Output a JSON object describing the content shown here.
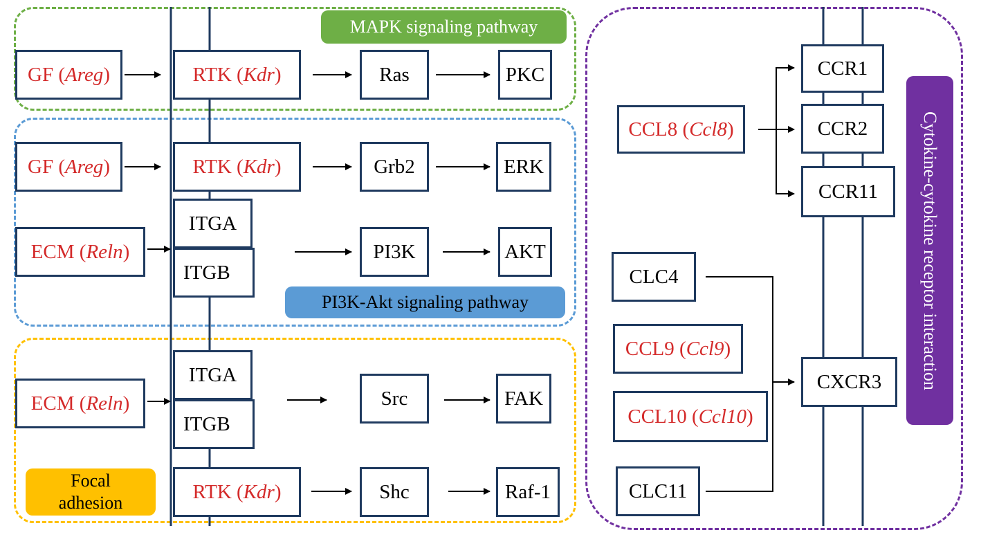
{
  "pathways": {
    "mapk": "MAPK signaling pathway",
    "pi3k": "PI3K-Akt signaling pathway",
    "focal_line1": "Focal",
    "focal_line2": "adhesion",
    "cytokine": "Cytokine-cytokine receptor interaction"
  },
  "nodes": {
    "gf": "GF",
    "areg": "Areg",
    "rtk": "RTK",
    "kdr": "Kdr",
    "ecm": "ECM",
    "reln": "Reln",
    "itga": "ITGA",
    "itgb": "ITGB",
    "ras": "Ras",
    "pkc": "PKC",
    "grb2": "Grb2",
    "erk": "ERK",
    "pi3k": "PI3K",
    "akt": "AKT",
    "src": "Src",
    "fak": "FAK",
    "shc": "Shc",
    "raf1": "Raf-1",
    "ccl8": "CCL8",
    "ccl8_gene": "Ccl8",
    "ccr1": "CCR1",
    "ccr2": "CCR2",
    "ccr11": "CCR11",
    "clc4": "CLC4",
    "ccl9": "CCL9",
    "ccl9_gene": "Ccl9",
    "ccl10": "CCL10",
    "ccl10_gene": "Ccl10",
    "clc11": "CLC11",
    "cxcr3": "CXCR3"
  },
  "colors": {
    "box_border": "#1f3a5f",
    "highlight_text": "#d42a2a",
    "mapk": "#6eaf46",
    "pi3k": "#5b9bd5",
    "focal": "#ffc000",
    "cytokine": "#7030a0"
  }
}
